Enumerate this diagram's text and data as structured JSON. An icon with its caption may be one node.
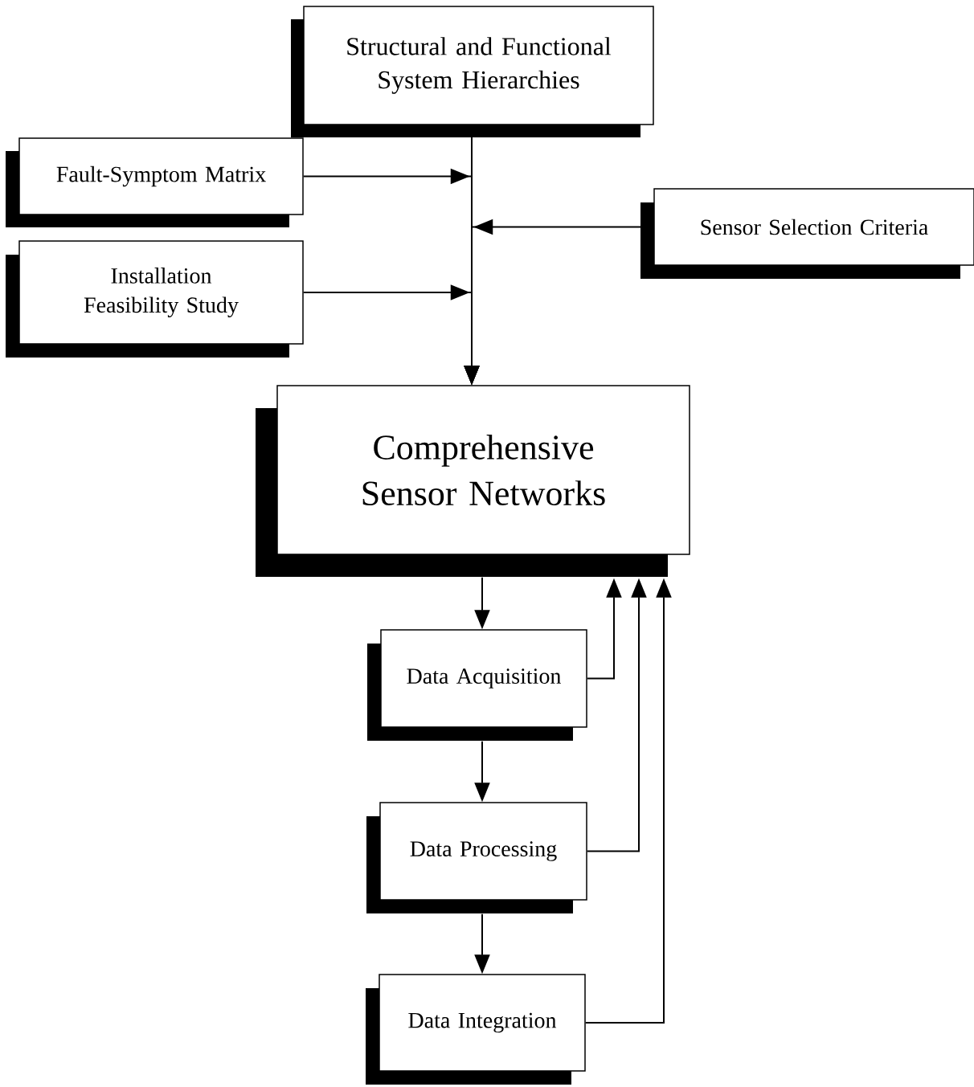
{
  "diagram": {
    "nodes": [
      {
        "text": [
          "Structural and Functional System Hierarchies"
        ]
      },
      {
        "text": [
          "Fault-Symptom Matrix"
        ]
      },
      {
        "text": [
          "Installation Feasibility Study"
        ]
      },
      {
        "text": [
          "Sensor Selection Criteria"
        ]
      },
      {
        "text": [
          "Comprehensive Sensor Networks"
        ]
      },
      {
        "text": [
          "Data Acquisition"
        ]
      },
      {
        "text": [
          "Data Processing"
        ]
      },
      {
        "text": [
          "Data Integration"
        ]
      }
    ],
    "edges": [
      {
        "from": 0,
        "to": 4,
        "arrow": "to"
      },
      {
        "from": 1,
        "to": 4,
        "arrow": "to"
      },
      {
        "from": 2,
        "to": 4,
        "arrow": "to"
      },
      {
        "from": 3,
        "to": 4,
        "arrow": "to"
      },
      {
        "from": 4,
        "to": 5,
        "arrow": "to"
      },
      {
        "from": 5,
        "to": 6,
        "arrow": "to"
      },
      {
        "from": 6,
        "to": 7,
        "arrow": "to"
      },
      {
        "from": 5,
        "to": 4,
        "arrow": "to"
      },
      {
        "from": 6,
        "to": 4,
        "arrow": "to"
      },
      {
        "from": 7,
        "to": 4,
        "arrow": "to"
      }
    ]
  }
}
